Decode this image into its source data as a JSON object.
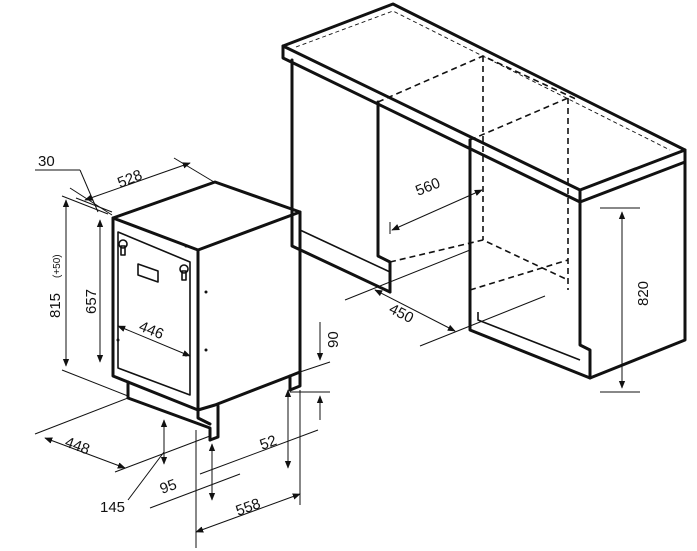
{
  "dimensions": {
    "d30": "30",
    "d528": "528",
    "d815": "815",
    "d815_tol": "(+50)",
    "d657": "657",
    "d446": "446",
    "d448": "448",
    "d145": "145",
    "d95": "95",
    "d52": "52",
    "d558": "558",
    "d90": "90",
    "d560": "560",
    "d450": "450",
    "d820": "820"
  }
}
